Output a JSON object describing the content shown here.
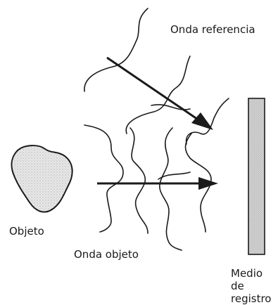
{
  "labels": {
    "reference_wave": "Onda referencia",
    "object": "Objeto",
    "object_wave": "Onda objeto",
    "recording_medium_line1": "Medio de",
    "recording_medium_line2": "registro"
  },
  "colors": {
    "line": "#1a1a1a",
    "object_fill": "#e5e5e5",
    "medium_fill": "#cfcfcf"
  }
}
